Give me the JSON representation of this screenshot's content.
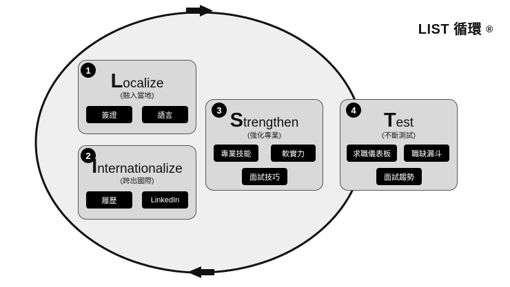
{
  "title": {
    "text": "LIST 循環",
    "mark": "®"
  },
  "steps": [
    {
      "number": "1",
      "letter": "L",
      "rest": "ocalize",
      "subtitle": "(融入當地)",
      "buttons": [
        "簽證",
        "語言"
      ]
    },
    {
      "number": "2",
      "letter": "I",
      "rest": "nternationalize",
      "subtitle": "(跨出國際)",
      "buttons": [
        "履歷",
        "LinkedIn"
      ]
    },
    {
      "number": "3",
      "letter": "S",
      "rest": "trengthen",
      "subtitle": "(強化專業)",
      "buttons": [
        "專業技能",
        "軟實力",
        "面試技巧"
      ]
    },
    {
      "number": "4",
      "letter": "T",
      "rest": "est",
      "subtitle": "(不斷測試)",
      "buttons": [
        "求職儀表板",
        "職缺漏斗",
        "面試趨勢"
      ]
    }
  ],
  "colors": {
    "ellipse_fill": "#efefef",
    "card_fill": "#d9d9d9",
    "button_fill": "#000000"
  },
  "icons": {
    "top_arrow": "arrow-right-icon",
    "bottom_arrow": "arrow-left-icon"
  }
}
